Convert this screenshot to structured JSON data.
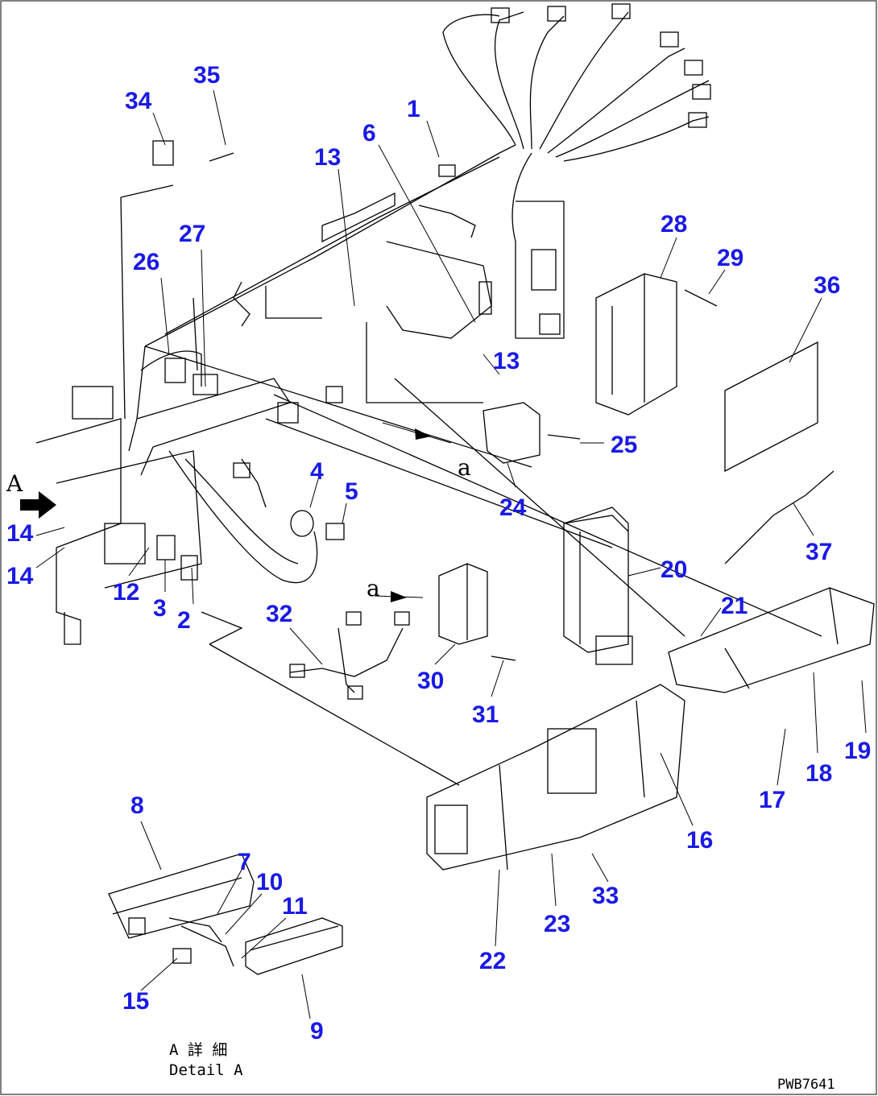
{
  "callouts": [
    {
      "id": "1",
      "label": "1"
    },
    {
      "id": "2",
      "label": "2"
    },
    {
      "id": "3",
      "label": "3"
    },
    {
      "id": "4",
      "label": "4"
    },
    {
      "id": "5",
      "label": "5"
    },
    {
      "id": "6",
      "label": "6"
    },
    {
      "id": "7",
      "label": "7"
    },
    {
      "id": "8",
      "label": "8"
    },
    {
      "id": "9",
      "label": "9"
    },
    {
      "id": "10",
      "label": "10"
    },
    {
      "id": "11",
      "label": "11"
    },
    {
      "id": "12",
      "label": "12"
    },
    {
      "id": "13a",
      "label": "13"
    },
    {
      "id": "13b",
      "label": "13"
    },
    {
      "id": "14a",
      "label": "14"
    },
    {
      "id": "14b",
      "label": "14"
    },
    {
      "id": "15",
      "label": "15"
    },
    {
      "id": "16",
      "label": "16"
    },
    {
      "id": "17",
      "label": "17"
    },
    {
      "id": "18",
      "label": "18"
    },
    {
      "id": "19",
      "label": "19"
    },
    {
      "id": "20",
      "label": "20"
    },
    {
      "id": "21",
      "label": "21"
    },
    {
      "id": "22",
      "label": "22"
    },
    {
      "id": "23",
      "label": "23"
    },
    {
      "id": "24",
      "label": "24"
    },
    {
      "id": "25",
      "label": "25"
    },
    {
      "id": "26",
      "label": "26"
    },
    {
      "id": "27",
      "label": "27"
    },
    {
      "id": "28",
      "label": "28"
    },
    {
      "id": "29",
      "label": "29"
    },
    {
      "id": "30",
      "label": "30"
    },
    {
      "id": "31",
      "label": "31"
    },
    {
      "id": "32",
      "label": "32"
    },
    {
      "id": "33",
      "label": "33"
    },
    {
      "id": "34",
      "label": "34"
    },
    {
      "id": "35",
      "label": "35"
    },
    {
      "id": "36",
      "label": "36"
    },
    {
      "id": "37",
      "label": "37"
    }
  ],
  "view_marks": {
    "view_a": "A",
    "ref_a_upper": "a",
    "ref_a_lower": "a"
  },
  "detail_caption": {
    "line1": "A 詳 細",
    "line2": "Detail A"
  },
  "drawing_code": "PWB7641",
  "colors": {
    "callout": "#1a1ae6",
    "line": "#000000",
    "background": "#ffffff"
  }
}
